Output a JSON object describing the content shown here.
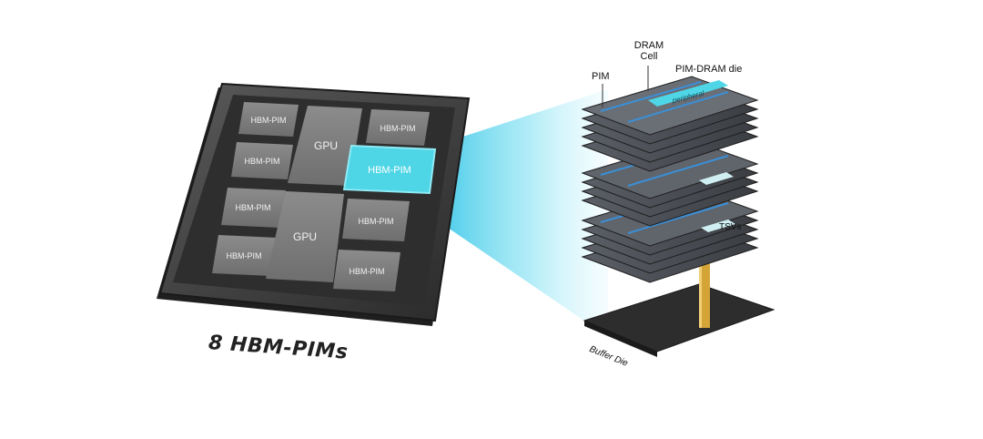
{
  "package": {
    "caption": "8 HBM-PIMs",
    "blocks": [
      {
        "label": "HBM-PIM"
      },
      {
        "label": "HBM-PIM"
      },
      {
        "label": "HBM-PIM"
      },
      {
        "label": "HBM-PIM"
      },
      {
        "label": "HBM-PIM"
      },
      {
        "label": "HBM-PIM"
      },
      {
        "label": "HBM-PIM"
      },
      {
        "label": "HBM-PIM"
      }
    ],
    "gpus": [
      {
        "label": "GPU"
      },
      {
        "label": "GPU"
      }
    ]
  },
  "stack": {
    "labels": {
      "pim": "PIM",
      "dram_cell": "DRAM\nCell",
      "pim_dram_die": "PIM-DRAM die",
      "peripheral": "peripheral",
      "tsvs": "TSVs",
      "buffer_die": "Buffer Die"
    }
  },
  "colors": {
    "highlight": "#4fd6e6",
    "beam": "#36c6e6",
    "package": "#3a3a3a",
    "tsv": "#d4a437"
  }
}
